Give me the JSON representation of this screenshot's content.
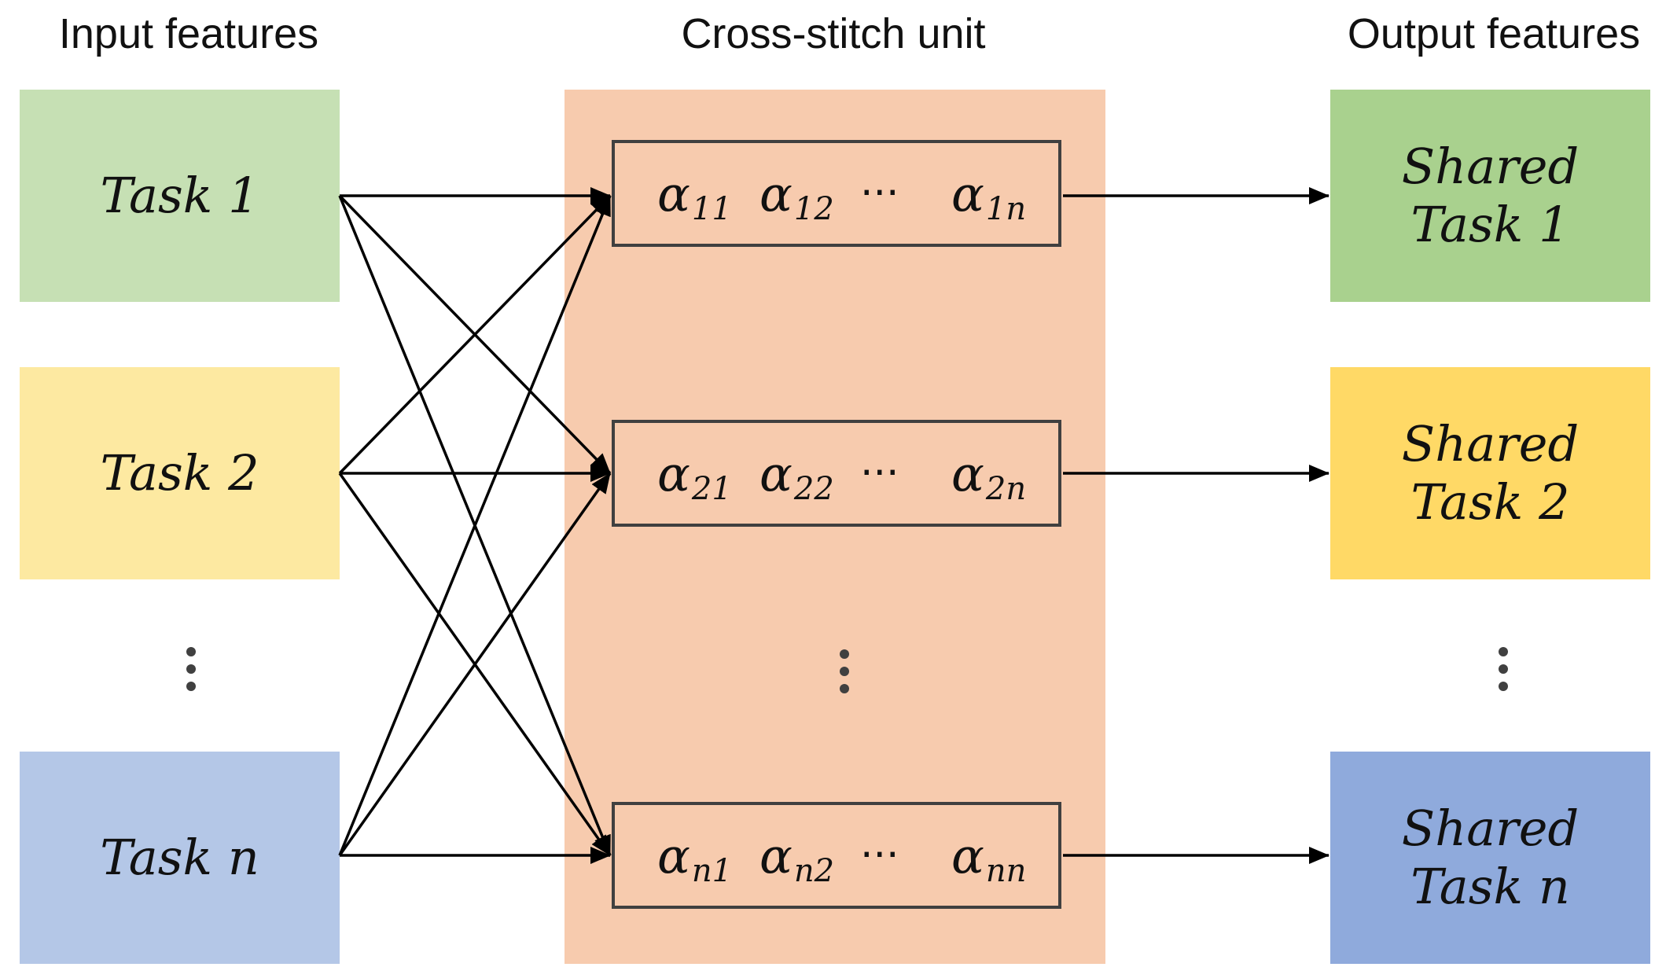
{
  "headings": {
    "input": "Input features",
    "cross_stitch": "Cross-stitch unit",
    "output": "Output features"
  },
  "inputs": [
    {
      "label": "Task 1",
      "color": "#c6e0b4"
    },
    {
      "label": "Task 2",
      "color": "#fde9a1"
    },
    {
      "label": "Task n",
      "color": "#b4c7e7"
    }
  ],
  "outputs": [
    {
      "line1": "Shared",
      "line2": "Task 1",
      "color": "#a9d18e"
    },
    {
      "line1": "Shared",
      "line2": "Task 2",
      "color": "#ffd966"
    },
    {
      "line1": "Shared",
      "line2": "Task n",
      "color": "#8faadc"
    }
  ],
  "cross_stitch_color": "#f7cbae",
  "rows": [
    {
      "a": "α",
      "s1": "11",
      "s2": "12",
      "dots": "···",
      "s3": "1n"
    },
    {
      "a": "α",
      "s1": "21",
      "s2": "22",
      "dots": "···",
      "s3": "2n"
    },
    {
      "a": "α",
      "s1": "n1",
      "s2": "n2",
      "dots": "···",
      "s3": "nn"
    }
  ]
}
